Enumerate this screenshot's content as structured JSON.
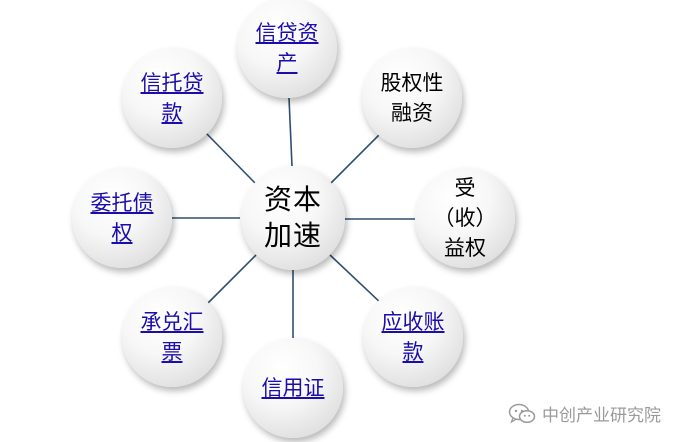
{
  "center": {
    "label": "资本加速"
  },
  "nodes": [
    {
      "key": "credit-assets",
      "label": "信贷资产",
      "link": true
    },
    {
      "key": "equity-financing",
      "label": "股权性融资",
      "link": false
    },
    {
      "key": "beneficial-rights",
      "label": "受（收）益权",
      "link": false
    },
    {
      "key": "accounts-receivable",
      "label": "应收账款",
      "link": true
    },
    {
      "key": "letter-of-credit",
      "label": "信用证",
      "link": true
    },
    {
      "key": "bank-acceptance",
      "label": "承兑汇票",
      "link": true
    },
    {
      "key": "entrusted-debt",
      "label": "委托债权",
      "link": true
    },
    {
      "key": "trust-loan",
      "label": "信托贷款",
      "link": true
    }
  ],
  "watermark": {
    "text": "中创产业研究院",
    "icon": "wechat-icon"
  },
  "colors": {
    "connector": "#2f4f6f",
    "link_text": "#1a0dab",
    "watermark": "#9a9a9a"
  }
}
